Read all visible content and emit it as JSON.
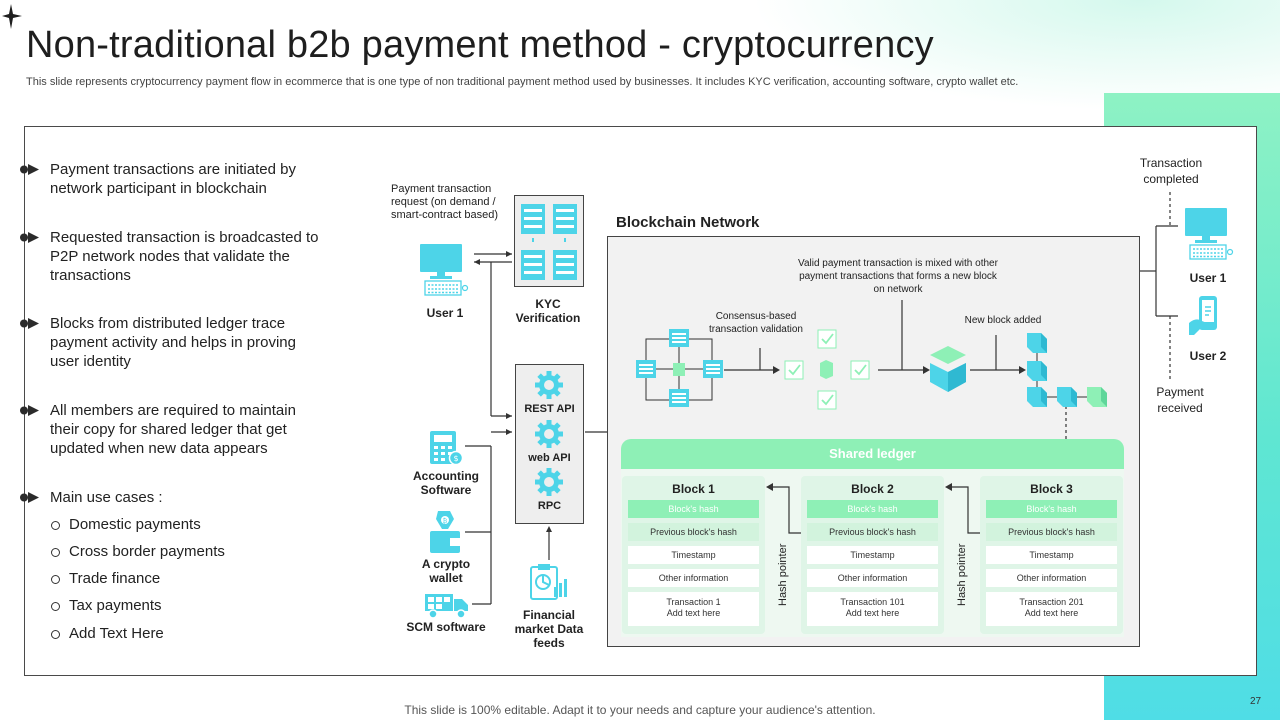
{
  "slide": {
    "title": "Non-traditional b2b payment method - cryptocurrency",
    "subtitle": "This slide represents cryptocurrency payment flow in ecommerce that is one type of non traditional payment method used by businesses. It includes KYC verification, accounting software, crypto wallet etc.",
    "footer": "This slide is 100% editable. Adapt it to your needs and capture your audience's attention.",
    "page_number": "27"
  },
  "bullets": [
    "Payment transactions are initiated by network participant in blockchain",
    "Requested transaction is broadcasted to P2P network nodes that validate the transactions",
    "Blocks from distributed ledger trace payment activity and helps in proving user identity",
    "All members are required to maintain their copy for shared ledger that get updated when new data appears",
    "Main use cases :"
  ],
  "use_cases": [
    "Domestic payments",
    "Cross border payments",
    "Trade finance",
    "Tax payments",
    "Add Text Here"
  ],
  "diagram": {
    "payment_request": "Payment transaction request (on demand / smart-contract based)",
    "user1_left": "User 1",
    "kyc": "KYC Verification",
    "apis": [
      "REST API",
      "web API",
      "RPC"
    ],
    "accounting": "Accounting Software",
    "crypto_wallet": "A crypto wallet",
    "scm": "SCM software",
    "financial": "Financial market Data feeds",
    "blockchain_network": "Blockchain Network",
    "valid_tx": "Valid payment transaction is mixed with other payment transactions that forms a new block on network",
    "consensus": "Consensus-based transaction validation",
    "new_block": "New block added",
    "tx_completed": "Transaction completed",
    "user1_right": "User 1",
    "user2": "User 2",
    "payment_received": "Payment received",
    "shared_ledger": "Shared ledger",
    "hash_pointer": "Hash pointer",
    "blocks": [
      {
        "title": "Block 1",
        "hash": "Block's hash",
        "prev": "Previous block's hash",
        "timestamp": "Timestamp",
        "other": "Other information",
        "tx": "Transaction 1",
        "add": "Add text here"
      },
      {
        "title": "Block 2",
        "hash": "Block's hash",
        "prev": "Previous block's hash",
        "timestamp": "Timestamp",
        "other": "Other information",
        "tx": "Transaction 101",
        "add": "Add text here"
      },
      {
        "title": "Block 3",
        "hash": "Block's hash",
        "prev": "Previous block's hash",
        "timestamp": "Timestamp",
        "other": "Other information",
        "tx": "Transaction 201",
        "add": "Add text here"
      }
    ]
  },
  "colors": {
    "accent_teal": "#4dd4e8",
    "accent_green": "#8ef0b6",
    "dark": "#2b2b2b"
  }
}
